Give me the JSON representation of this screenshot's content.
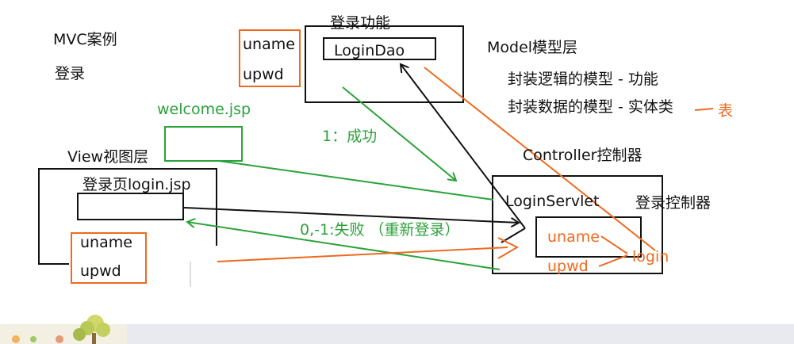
{
  "left_titles": {
    "mvc": "MVC案例",
    "login": "登录"
  },
  "top_fields": {
    "uname": "uname",
    "upwd": "upwd"
  },
  "dao_box": {
    "title": "登录功能",
    "dao": "LoginDao"
  },
  "model": {
    "title": "Model模型层",
    "line1": "封装逻辑的模型 - 功能",
    "line2": "封装数据的模型 - 实体类",
    "table": "表"
  },
  "welcome": {
    "label": "welcome.jsp"
  },
  "success": {
    "label": "1：成功"
  },
  "view": {
    "title": "View视图层",
    "page": "登录页login.jsp",
    "uname": "uname",
    "upwd": "upwd"
  },
  "controller": {
    "title": "Controller控制器",
    "servlet": "LoginServlet",
    "desc": "登录控制器",
    "uname": "uname",
    "upwd": "upwd",
    "login": "login"
  },
  "failure": {
    "label": "0,-1:失败 （重新登录）"
  },
  "colors": {
    "black": "#111111",
    "green": "#2aa33a",
    "orange": "#ee6a1e",
    "strip": "#e9eaef"
  }
}
